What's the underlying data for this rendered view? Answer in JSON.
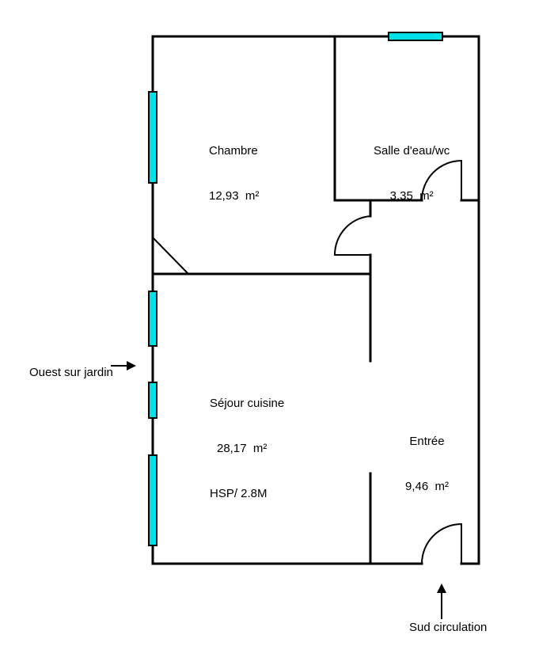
{
  "colors": {
    "wall": "#000000",
    "window": "#00e0e8",
    "background": "#ffffff"
  },
  "rooms": {
    "chambre": {
      "name": "Chambre",
      "area": "12,93  m²"
    },
    "salle_eau": {
      "name": "Salle d'eau/wc",
      "area": "3,35  m²"
    },
    "sejour": {
      "name": "Séjour cuisine",
      "area": "28,17  m²",
      "height": "HSP/ 2.8M"
    },
    "entree": {
      "name": "Entrée",
      "area": "9,46  m²"
    }
  },
  "orientation": {
    "west": "Ouest sur jardin",
    "south": "Sud circulation"
  }
}
